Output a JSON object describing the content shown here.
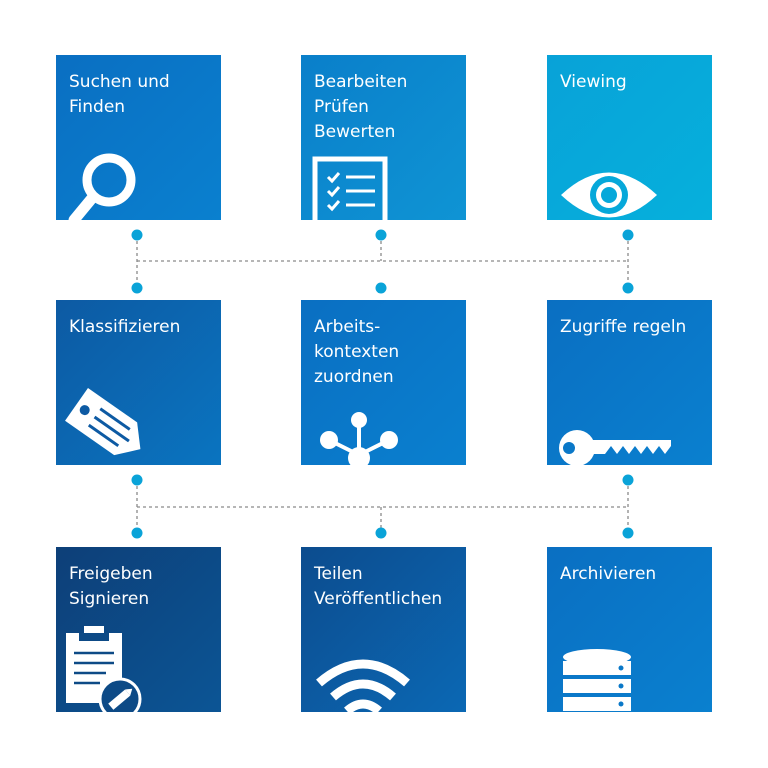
{
  "tiles": [
    {
      "label": "Suchen und\nFinden",
      "icon": "magnifier-icon"
    },
    {
      "label": "Bearbeiten\nPrüfen\nBewerten",
      "icon": "checklist-icon"
    },
    {
      "label": "Viewing",
      "icon": "eye-icon"
    },
    {
      "label": "Klassifizieren",
      "icon": "tag-icon"
    },
    {
      "label": "Arbeits-\nkontexten\nzuordnen",
      "icon": "network-node-icon"
    },
    {
      "label": "Zugriffe regeln",
      "icon": "key-icon"
    },
    {
      "label": "Freigeben\nSignieren",
      "icon": "clipboard-pen-icon"
    },
    {
      "label": "Teilen\nVeröffentlichen",
      "icon": "wifi-signal-icon"
    },
    {
      "label": "Archivieren",
      "icon": "database-icon"
    }
  ],
  "colors": {
    "connector_dot": "#0aa3d8",
    "connector_line": "#8a8a8a",
    "icon": "#ffffff"
  }
}
